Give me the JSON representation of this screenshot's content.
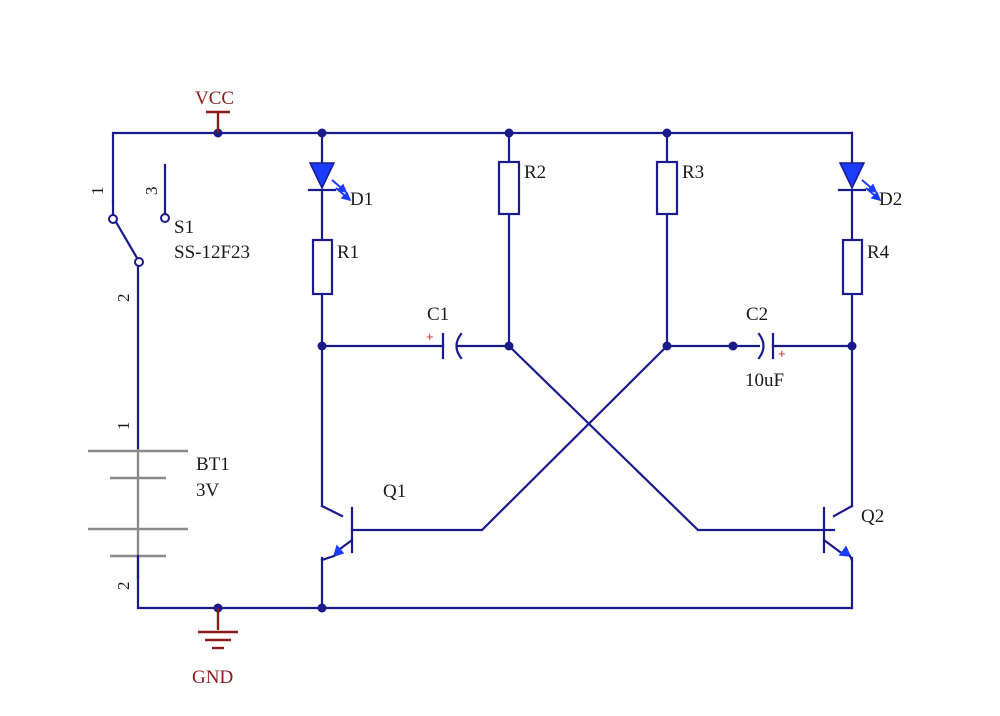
{
  "power": {
    "vcc": "VCC",
    "gnd": "GND"
  },
  "switch": {
    "ref": "S1",
    "part": "SS-12F23",
    "pin1": "1",
    "pin2": "2",
    "pin3": "3"
  },
  "battery": {
    "ref": "BT1",
    "value": "3V",
    "pin1": "1",
    "pin2": "2"
  },
  "leds": [
    {
      "ref": "D1"
    },
    {
      "ref": "D2"
    }
  ],
  "resistors": [
    {
      "ref": "R1"
    },
    {
      "ref": "R2"
    },
    {
      "ref": "R3"
    },
    {
      "ref": "R4"
    }
  ],
  "capacitors": [
    {
      "ref": "C1",
      "polarity": "+",
      "value": ""
    },
    {
      "ref": "C2",
      "polarity": "+",
      "value": "10uF"
    }
  ],
  "transistors": [
    {
      "ref": "Q1"
    },
    {
      "ref": "Q2"
    }
  ],
  "colors": {
    "wire": "#1a1a8c",
    "power_symbol": "#8b1a1a",
    "battery": "#8a8a8a",
    "led_arrow": "#1a3cff"
  }
}
